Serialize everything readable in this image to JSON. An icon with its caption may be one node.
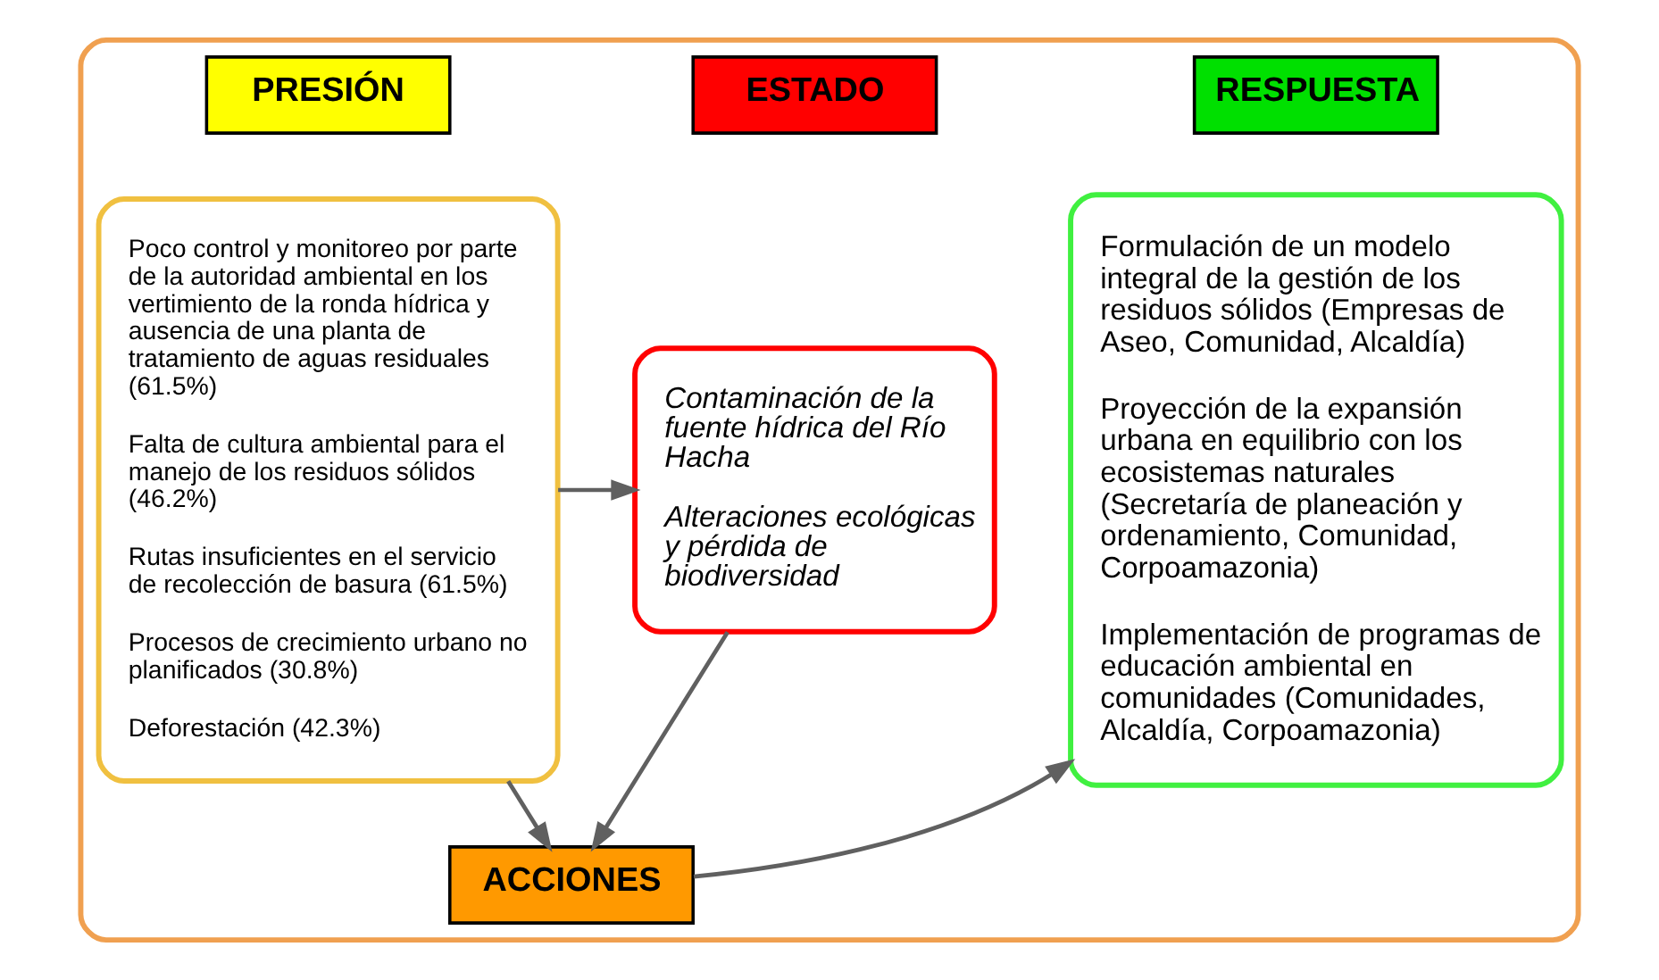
{
  "diagram": {
    "nodes": [
      {
        "text": [],
        "shape": "box"
      },
      {
        "text": [
          "PRESIÓN"
        ],
        "in": 0
      },
      {
        "text": [
          "Poco control y monitoreo por parte de la autoridad ambiental en los vertimiento de la ronda hídrica y ausencia de una planta de tratamiento de aguas residuales (61.5%)",
          "Falta de cultura ambiental para el manejo de los residuos sólidos (46.2%)",
          "Rutas insuficientes en el servicio de recolección de basura (61.5%)",
          "Procesos de crecimiento urbano no planificados (30.8%)",
          "Deforestación (42.3%)"
        ],
        "in": 0
      },
      {
        "text": [
          "ESTADO"
        ],
        "in": 0
      },
      {
        "text": [
          "Contaminación de la fuente hídrica del Río Hacha",
          "Alteraciones ecológicas y pérdida de biodiversidad"
        ],
        "in": 0
      },
      {
        "text": [
          "RESPUESTA"
        ],
        "in": 0
      },
      {
        "text": [
          "Formulación de un modelo integral de la gestión de los residuos sólidos (Empresas de Aseo, Comunidad, Alcaldía)",
          "Proyección de la expansión urbana en equilibrio con los ecosistemas naturales (Secretaría de planeación y ordenamiento, Comunidad, Corpoamazonia)",
          "Implementación de programas de educación ambiental en comunidades (Comunidades, Alcaldía, Corpoamazonia)"
        ],
        "in": 0
      },
      {
        "text": [
          "ACCIONES"
        ],
        "in": 0
      }
    ],
    "edges": [
      {
        "from": 2,
        "to": 4,
        "arrow": "to"
      },
      {
        "from": 2,
        "to": 7,
        "arrow": "to"
      },
      {
        "from": 4,
        "to": 7,
        "arrow": "to"
      },
      {
        "from": 7,
        "to": 6,
        "arrow": "to"
      }
    ]
  }
}
